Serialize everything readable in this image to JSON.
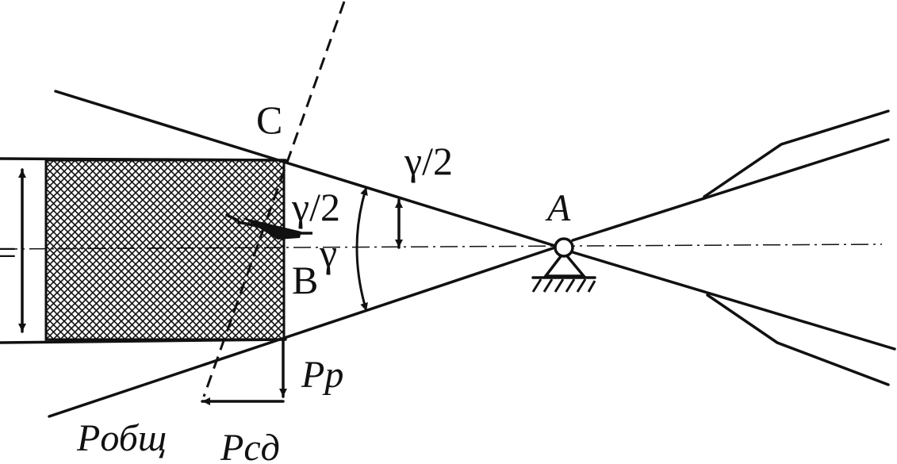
{
  "labels": {
    "point_c": "C",
    "point_a": "A",
    "point_b": "B",
    "half_angle_right": "γ/2",
    "half_angle_left": "γ/2",
    "angle": "γ",
    "force_pr": "Pp",
    "force_total": "Pобщ",
    "force_shear": "Pсд",
    "width_mark": "="
  },
  "colors": {
    "ink": "#111111",
    "background": "#ffffff"
  }
}
